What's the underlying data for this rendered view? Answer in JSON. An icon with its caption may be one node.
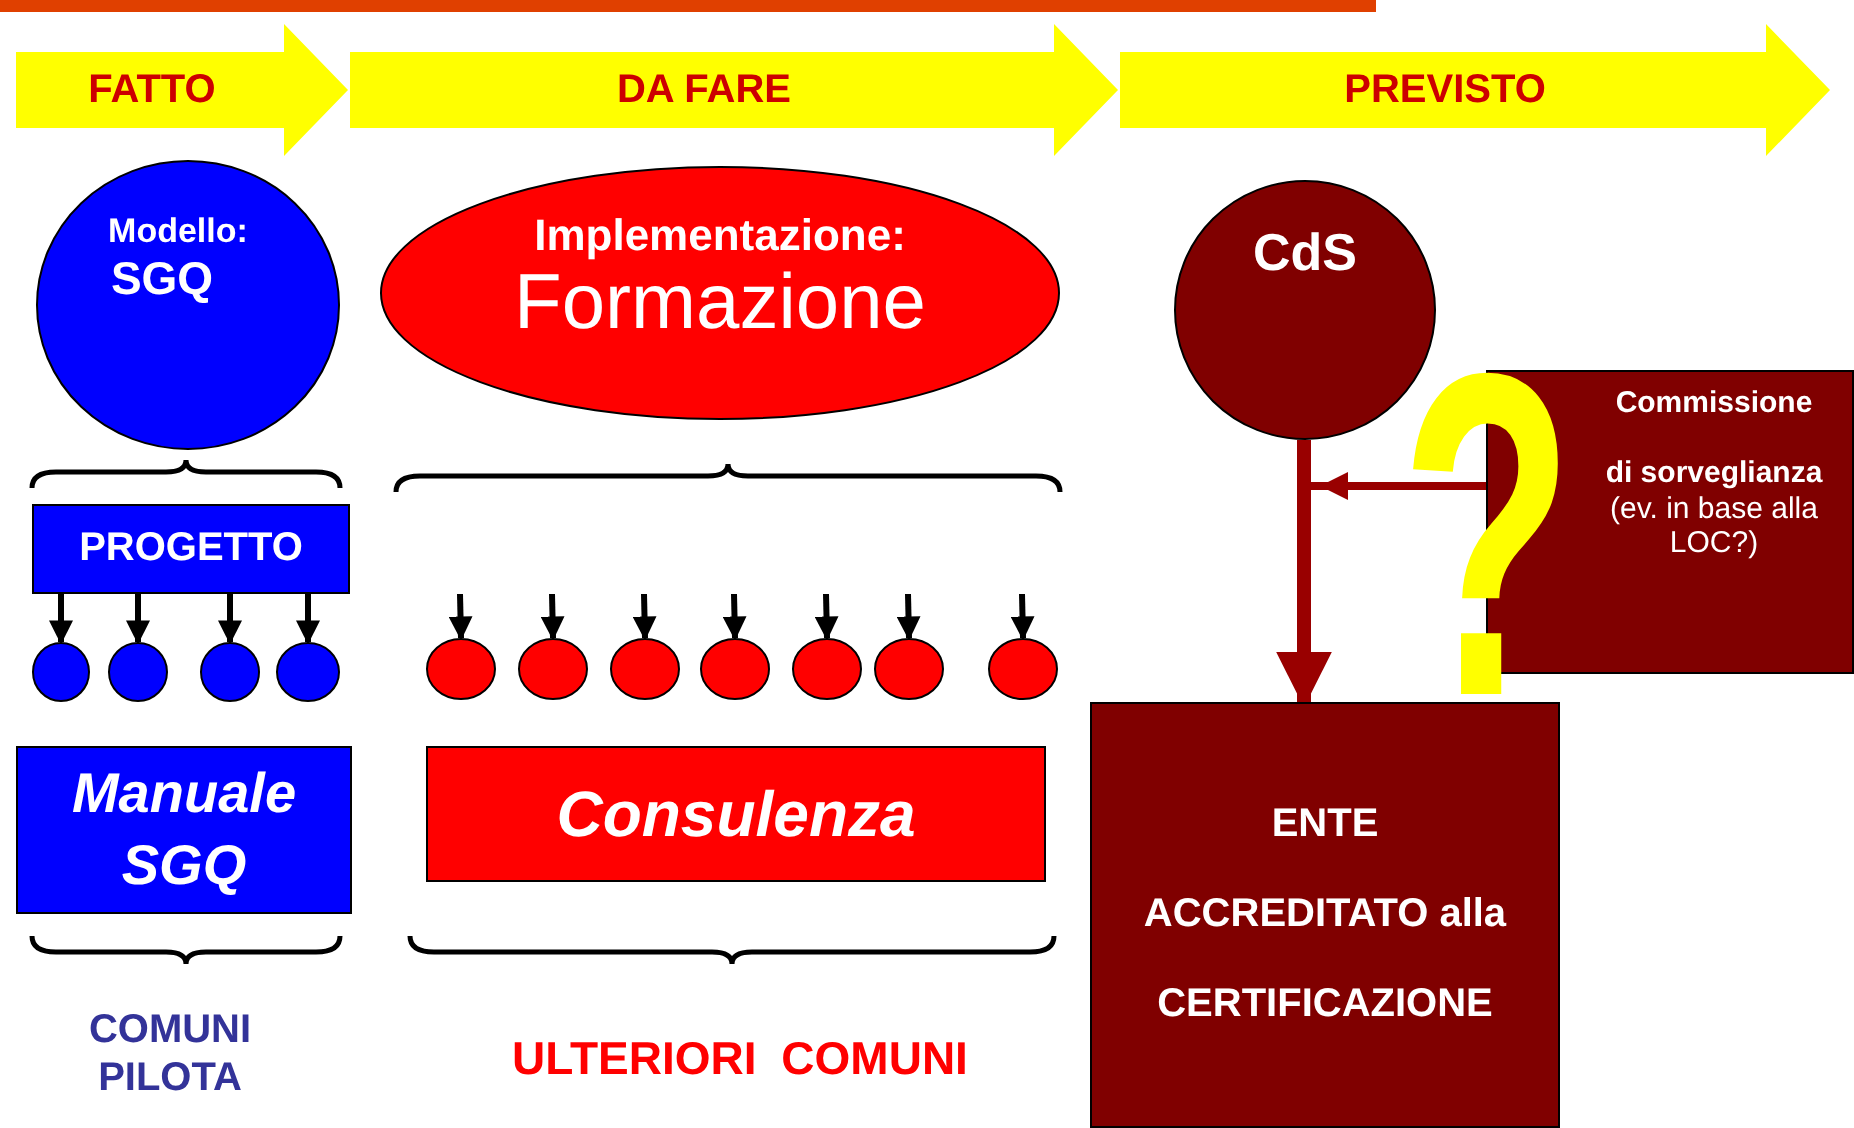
{
  "diagram": {
    "nodes": [
      {
        "text": [
          "FATTO"
        ]
      },
      {
        "text": [
          "DA FARE"
        ]
      },
      {
        "text": [
          "PREVISTO"
        ]
      },
      {
        "text": [
          "Modello:",
          "SGQ"
        ]
      },
      {
        "text": [
          "Implementazione:",
          "Formazione"
        ]
      },
      {
        "text": [
          "CdS"
        ]
      },
      {
        "text": [
          "Commissione",
          "di sorveglianza",
          "(ev. in base alla LOC?)"
        ]
      },
      {
        "text": [
          "PROGETTO"
        ]
      },
      {
        "text": [],
        "shape": "circle"
      },
      {
        "text": [],
        "shape": "circle"
      },
      {
        "text": [],
        "shape": "circle"
      },
      {
        "text": [],
        "shape": "circle"
      },
      {
        "text": [
          "Manuale SGQ"
        ]
      },
      {
        "text": [],
        "shape": "circle"
      },
      {
        "text": [],
        "shape": "circle"
      },
      {
        "text": [],
        "shape": "circle"
      },
      {
        "text": [],
        "shape": "circle"
      },
      {
        "text": [],
        "shape": "circle"
      },
      {
        "text": [],
        "shape": "circle"
      },
      {
        "text": [],
        "shape": "circle"
      },
      {
        "text": [
          "Consulenza"
        ]
      },
      {
        "text": [
          "ENTE ACCREDITATO alla CERTIFICAZIONE"
        ]
      }
    ],
    "edges": [
      {
        "from": 7,
        "to": 8,
        "arrow": "to"
      },
      {
        "from": 7,
        "to": 9,
        "arrow": "to"
      },
      {
        "from": 7,
        "to": 10,
        "arrow": "to"
      },
      {
        "from": 7,
        "to": 11,
        "arrow": "to"
      },
      {
        "from": null,
        "to": 13,
        "arrow": "to"
      },
      {
        "from": null,
        "to": 14,
        "arrow": "to"
      },
      {
        "from": null,
        "to": 15,
        "arrow": "to"
      },
      {
        "from": null,
        "to": 16,
        "arrow": "to"
      },
      {
        "from": null,
        "to": 17,
        "arrow": "to"
      },
      {
        "from": null,
        "to": 18,
        "arrow": "to"
      },
      {
        "from": null,
        "to": 19,
        "arrow": "to"
      },
      {
        "from": 5,
        "to": 21,
        "arrow": "to",
        "style": "thick",
        "color": "#990000"
      },
      {
        "from": 6,
        "to": 21,
        "arrow": "to",
        "color": "#990000"
      }
    ],
    "labels": [
      "COMUNI PILOTA",
      "ULTERIORI COMUNI",
      "?"
    ]
  }
}
